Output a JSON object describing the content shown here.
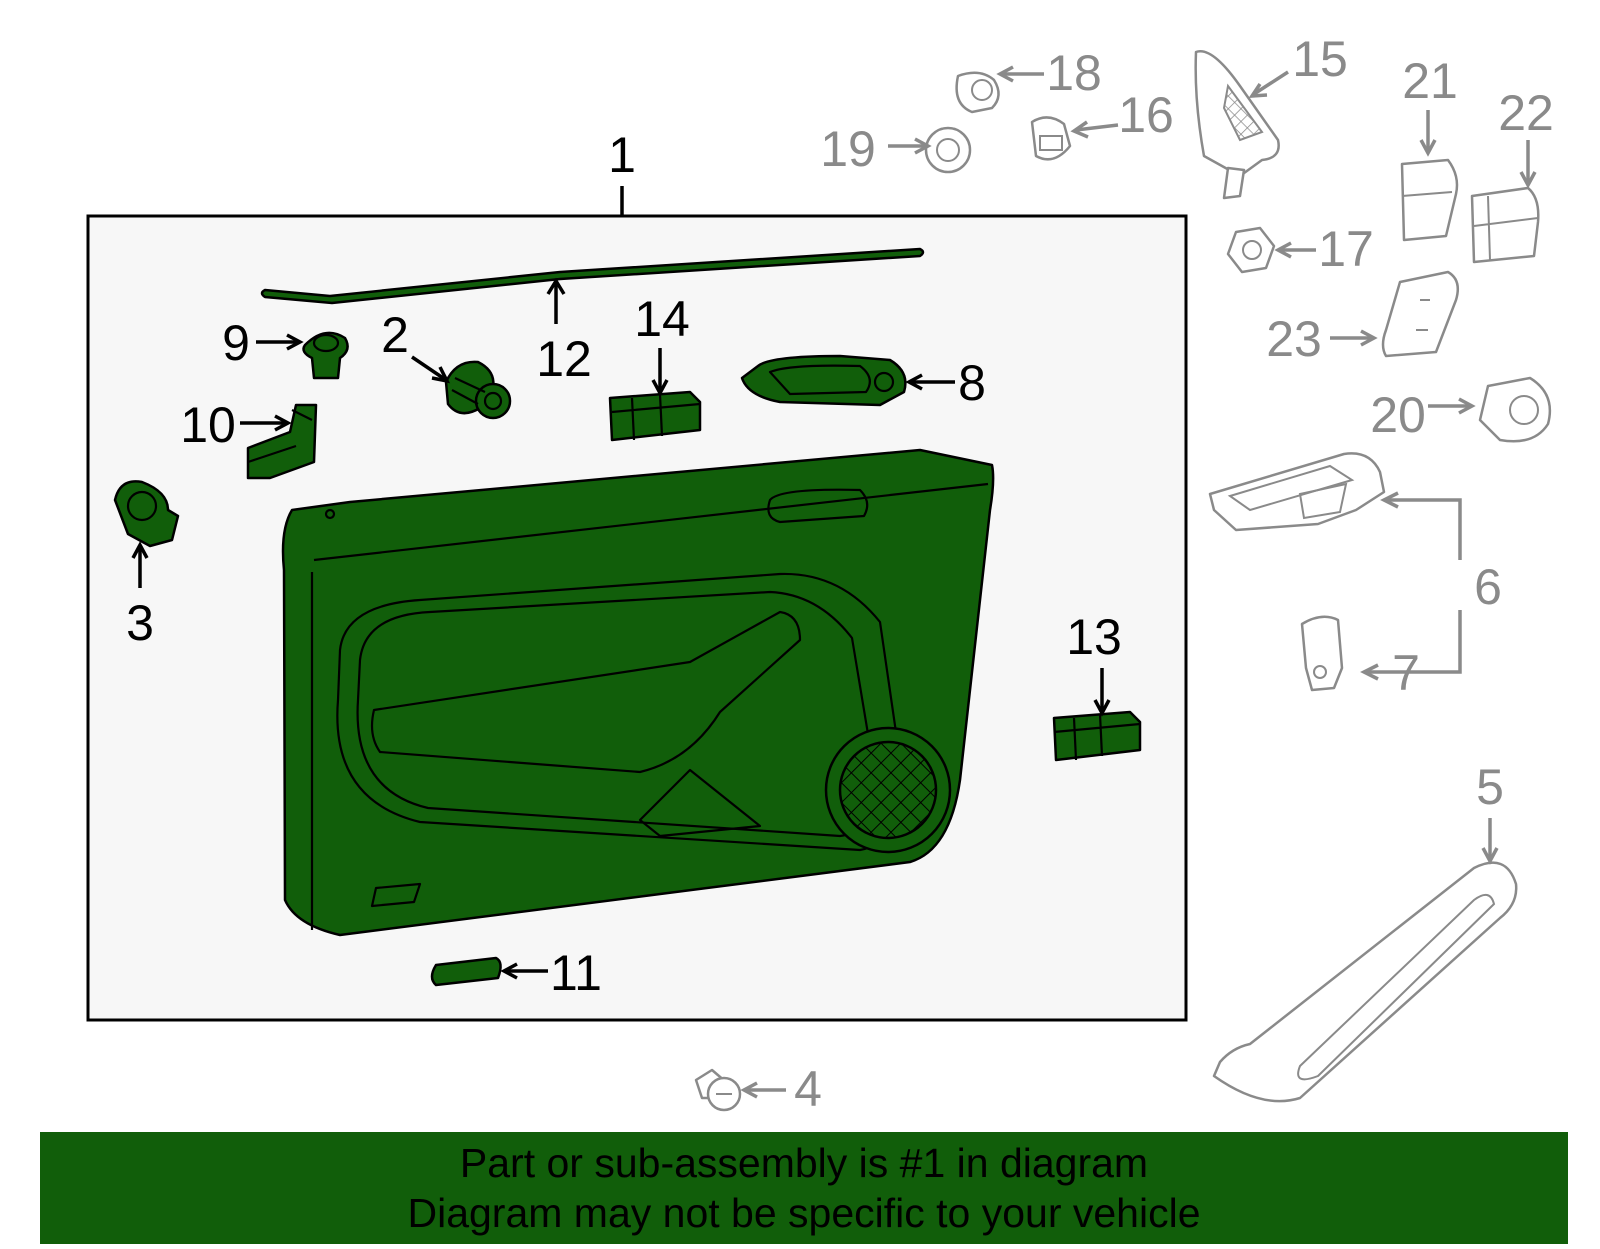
{
  "diagram": {
    "callouts": [
      {
        "id": "1",
        "label": "1"
      },
      {
        "id": "2",
        "label": "2"
      },
      {
        "id": "3",
        "label": "3"
      },
      {
        "id": "4",
        "label": "4"
      },
      {
        "id": "5",
        "label": "5"
      },
      {
        "id": "6",
        "label": "6"
      },
      {
        "id": "7",
        "label": "7"
      },
      {
        "id": "8",
        "label": "8"
      },
      {
        "id": "9",
        "label": "9"
      },
      {
        "id": "10",
        "label": "10"
      },
      {
        "id": "11",
        "label": "11"
      },
      {
        "id": "12",
        "label": "12"
      },
      {
        "id": "13",
        "label": "13"
      },
      {
        "id": "14",
        "label": "14"
      },
      {
        "id": "15",
        "label": "15"
      },
      {
        "id": "16",
        "label": "16"
      },
      {
        "id": "17",
        "label": "17"
      },
      {
        "id": "18",
        "label": "18"
      },
      {
        "id": "19",
        "label": "19"
      },
      {
        "id": "20",
        "label": "20"
      },
      {
        "id": "21",
        "label": "21"
      },
      {
        "id": "22",
        "label": "22"
      },
      {
        "id": "23",
        "label": "23"
      }
    ],
    "highlighted_part": "1",
    "colors": {
      "highlight": "#115e0a",
      "selected_text": "#000000",
      "other_text": "#8a8a8a",
      "panel_background": "#f7f7f7"
    }
  },
  "banner": {
    "line1": "Part or sub-assembly is #1 in diagram",
    "line2": "Diagram may not be specific to your vehicle"
  }
}
